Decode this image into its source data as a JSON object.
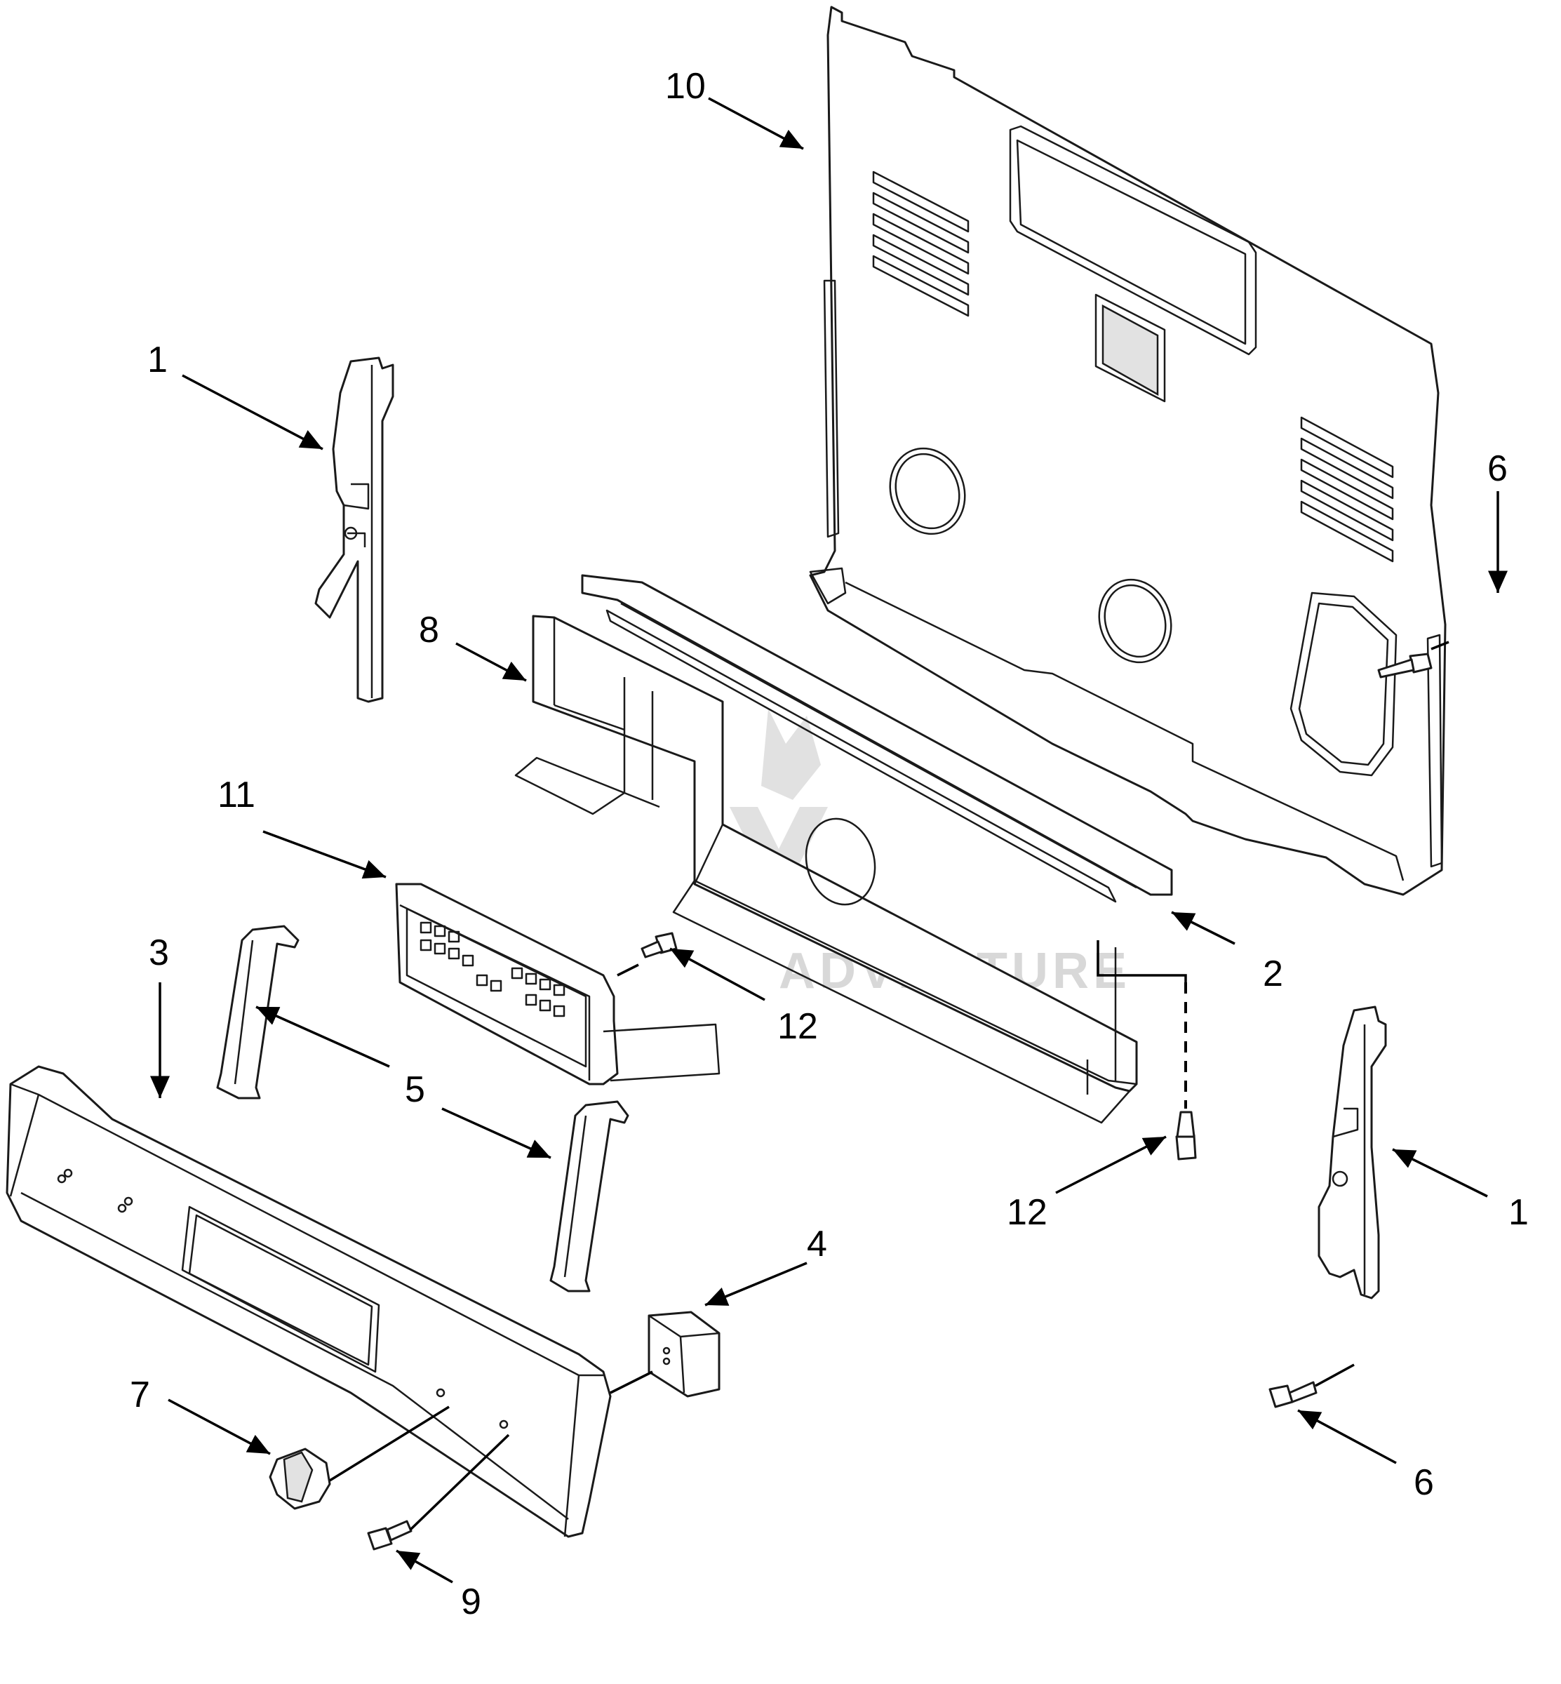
{
  "callouts": {
    "c10": "10",
    "c1_left": "1",
    "c6_top": "6",
    "c8": "8",
    "c11": "11",
    "c3": "3",
    "c2": "2",
    "c12_upper": "12",
    "c5": "5",
    "c12_lower": "12",
    "c1_right": "1",
    "c4": "4",
    "c7": "7",
    "c6_bottom": "6",
    "c9": "9"
  },
  "watermark": "ADVENTURE"
}
